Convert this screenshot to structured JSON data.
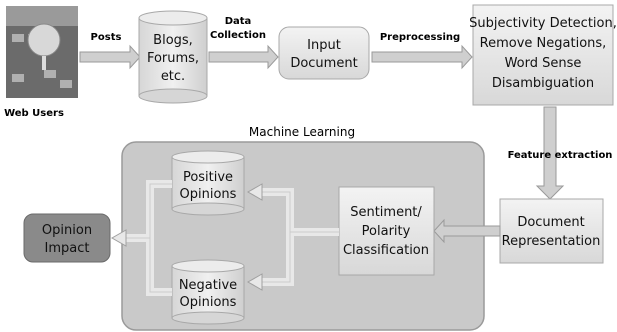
{
  "nodes": {
    "web_users": "Web Users",
    "blogs": [
      "Blogs,",
      "Forums,",
      "etc."
    ],
    "input_document": [
      "Input",
      "Document"
    ],
    "subjectivity": [
      "Subjectivity Detection,",
      "Remove Negations,",
      "Word Sense",
      "Disambiguation"
    ],
    "document_representation": [
      "Document",
      "Representation"
    ],
    "sentiment": [
      "Sentiment/",
      "Polarity",
      "Classification"
    ],
    "positive": [
      "Positive",
      "Opinions"
    ],
    "negative": [
      "Negative",
      "Opinions"
    ],
    "opinion_impact": [
      "Opinion",
      "Impact"
    ],
    "machine_learning": "Machine Learning"
  },
  "edges": {
    "posts": "Posts",
    "data_collection": [
      "Data",
      "Collection"
    ],
    "preprocessing": "Preprocessing",
    "feature_extraction": "Feature extraction"
  },
  "colors": {
    "box_fill": "#e6e6e6",
    "box_stroke": "#a8a8a8",
    "ml_fill": "#c9c9c9",
    "opinion_fill": "#8a8a8a",
    "arrow_fill": "#cfcfcf"
  }
}
